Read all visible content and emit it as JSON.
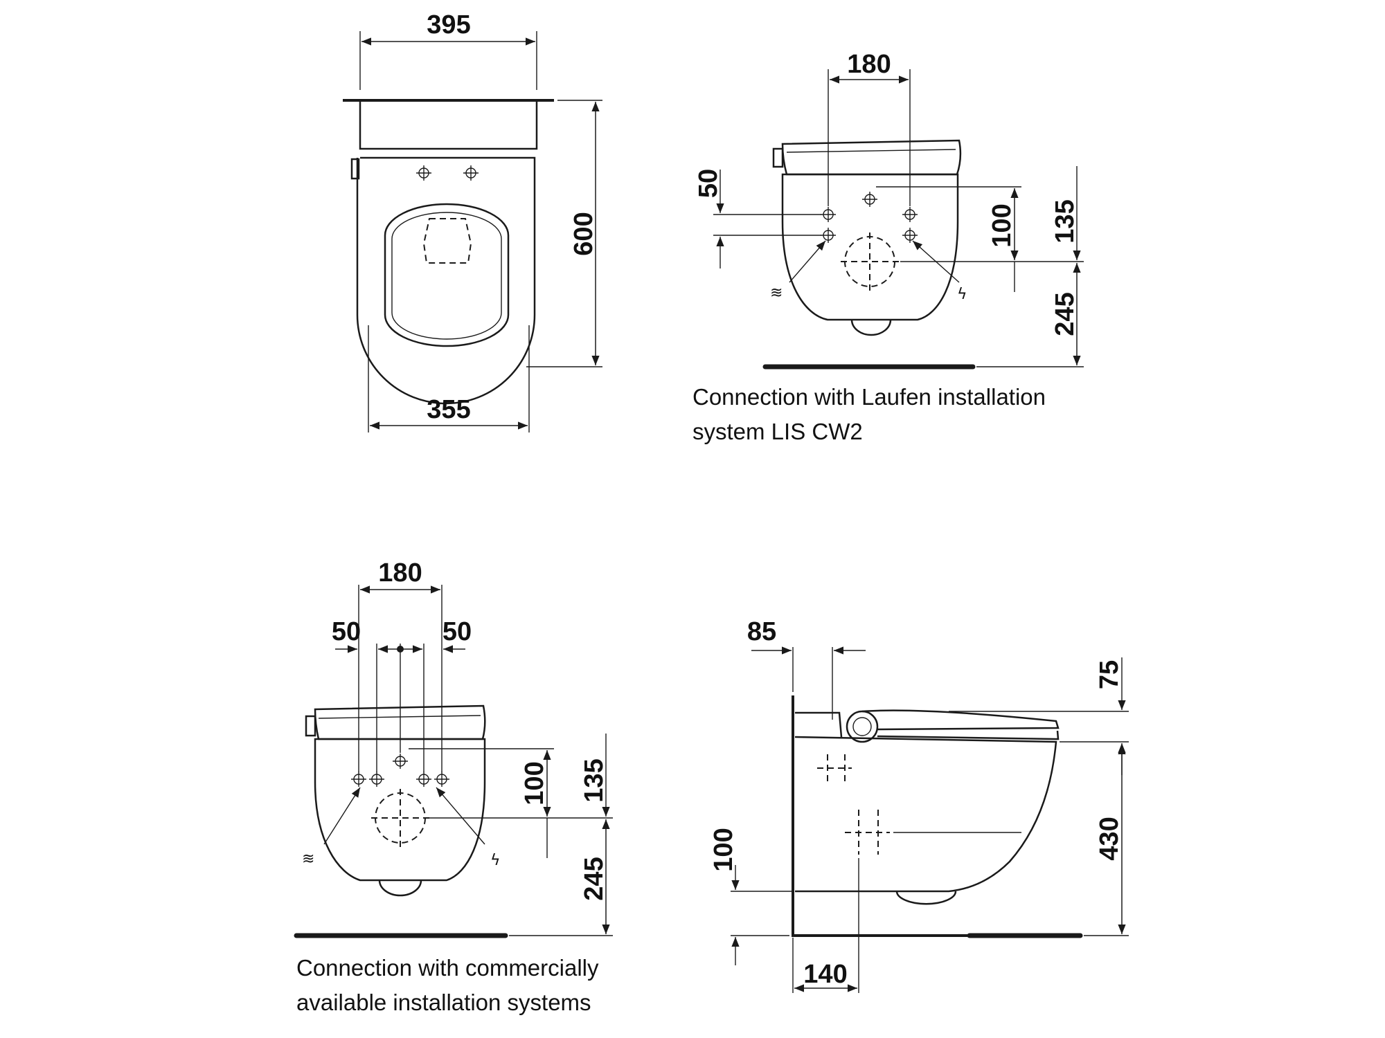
{
  "views": {
    "top_view": {
      "width_top": "395",
      "width_bottom": "355",
      "depth": "600"
    },
    "front_lis": {
      "spacing_top": "180",
      "offset_left": "50",
      "height_inner": "100",
      "height_outer": "135",
      "height_floor": "245",
      "caption_line1": "Connection with Laufen installation",
      "caption_line2": "system LIS CW2"
    },
    "front_commercial": {
      "spacing_top": "180",
      "offset_left": "50",
      "offset_right": "50",
      "height_inner": "100",
      "height_outer": "135",
      "height_floor": "245",
      "caption_line1": "Connection with commercially",
      "caption_line2": "available installation systems"
    },
    "side_view": {
      "wall_offset": "85",
      "seat_height": "75",
      "bowl_height": "430",
      "floor_height": "100",
      "depth_bottom": "140"
    }
  },
  "symbols": {
    "water": "≋",
    "power": "ϟ"
  }
}
